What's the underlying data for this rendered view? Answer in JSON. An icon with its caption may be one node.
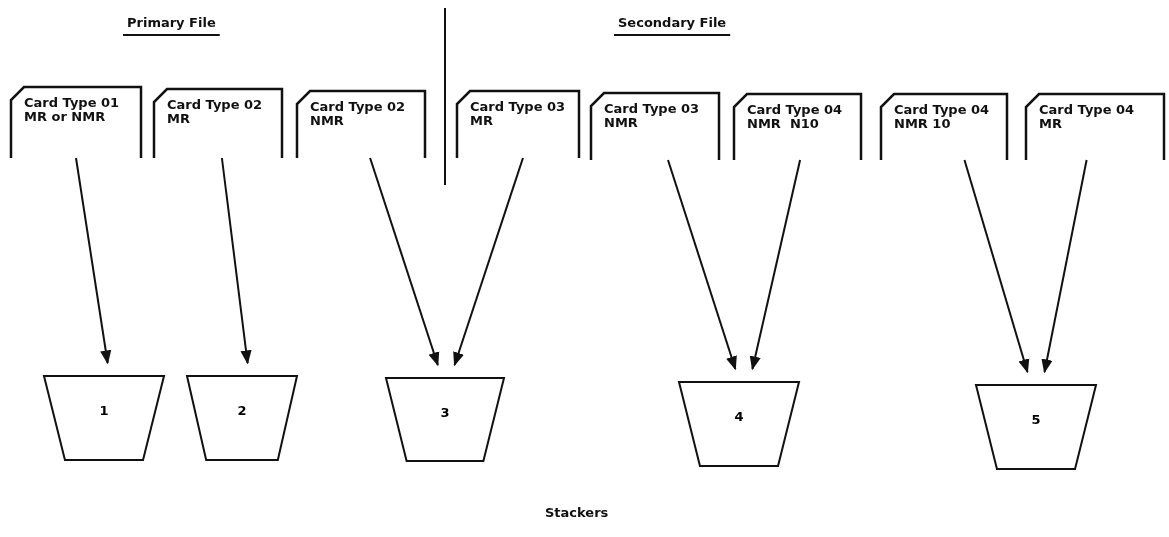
{
  "diagram": {
    "nodes": [
      {
        "text": [
          "Card Type 01 MR or NMR"
        ]
      },
      {
        "text": [
          "Card Type 02 MR"
        ]
      },
      {
        "text": [
          "Card Type 02 NMR"
        ]
      },
      {
        "text": [
          "Card Type 03 MR"
        ]
      },
      {
        "text": [
          "Card Type 03 NMR"
        ]
      },
      {
        "text": [
          "Card Type 04 NMR  N10"
        ]
      },
      {
        "text": [
          "Card Type 04 NMR 10"
        ]
      },
      {
        "text": [
          "Card Type 04 MR"
        ]
      },
      {
        "text": [
          "1"
        ]
      },
      {
        "text": [
          "2"
        ]
      },
      {
        "text": [
          "3"
        ]
      },
      {
        "text": [
          "4"
        ]
      },
      {
        "text": [
          "5"
        ]
      }
    ],
    "edges": [
      {
        "from": 0,
        "to": 8,
        "arrow": "to"
      },
      {
        "from": 1,
        "to": 9,
        "arrow": "to"
      },
      {
        "from": 2,
        "to": 10,
        "arrow": "to"
      },
      {
        "from": 3,
        "to": 10,
        "arrow": "to"
      },
      {
        "from": 4,
        "to": 11,
        "arrow": "to"
      },
      {
        "from": 5,
        "to": 11,
        "arrow": "to"
      },
      {
        "from": 6,
        "to": 12,
        "arrow": "to"
      },
      {
        "from": 7,
        "to": 12,
        "arrow": "to"
      }
    ],
    "labels": [
      "Primary File",
      "Secondary File",
      "Stackers"
    ]
  }
}
